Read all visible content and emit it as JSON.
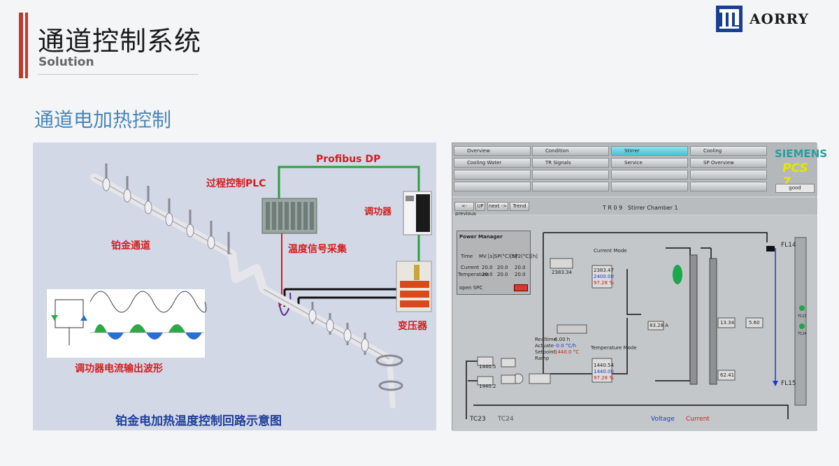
{
  "header": {
    "title": "通道控制系统",
    "subtitle": "Solution",
    "brand_name": "AORRY"
  },
  "section": {
    "heading": "通道电加热控制"
  },
  "diagram": {
    "profibus_label": "Profibus DP",
    "plc_label": "过程控制PLC",
    "power_controller_label": "调功器",
    "channel_label": "铂金通道",
    "temp_signal_label": "温度信号采集",
    "transformer_label": "变压器",
    "waveform_label": "调功器电流输出波形",
    "caption": "铂金电加热温度控制回路示意图"
  },
  "hmi": {
    "nav_row1": [
      "Overview",
      "Condition",
      "Stirrer",
      "Cooling"
    ],
    "nav_row2": [
      "Cooling Water",
      "TR Signals",
      "Service",
      "SP Overview"
    ],
    "active_nav": "Stirrer",
    "brand": "SIEMENS",
    "product": "PCS 7",
    "mode_value": "good",
    "toolbar": [
      "<- previous",
      "UP",
      "next ->",
      "Trend"
    ],
    "screen_title": "T R 0 9   Stirrer Chamber 1",
    "power_manager": {
      "title": "Power Manager",
      "columns": [
        "Time",
        "MV [s]",
        "SP(°C)[h]",
        "SP2(°C)[h]"
      ],
      "rows": [
        {
          "label": "Current",
          "values": [
            "20.0",
            "20.0",
            "20.0"
          ]
        },
        {
          "label": "Temperature",
          "values": [
            "20.0",
            "20.0",
            "20.0"
          ]
        }
      ],
      "open_label": "open SPC"
    },
    "current_mode_label": "Current Mode",
    "temperature_mode_label": "Temperature Mode",
    "realtime_labels": [
      "Realtime",
      "Actuate",
      "Setpoint",
      "Ramp"
    ],
    "realtime_values": [
      "0.00 h",
      "-0.0 °C/h",
      "1440.0 °C",
      ""
    ],
    "values": {
      "v1": "2383.34",
      "v2": "2383.47",
      "v3": "2400.00",
      "v4": "97.28 %",
      "v5": "1440.54",
      "v6": "1440.00",
      "v7": "97.28 %",
      "v8": "83.28 A",
      "v9": "13.34",
      "v10": "5.60",
      "v11": "62.41",
      "v12": "1440.5",
      "v13": "1440.2"
    },
    "fl_top": "FL14",
    "fl_bottom": "FL15",
    "tc_labels": [
      "TC23",
      "TC24"
    ],
    "bottom_tc": [
      "TC23",
      "TC24"
    ],
    "legend_voltage": "Voltage",
    "legend_current": "Current"
  },
  "colors": {
    "accent": "#c0392b",
    "heading_blue": "#4a86b8",
    "label_red": "#d31e1e",
    "caption_blue": "#1f3f99",
    "profibus_green": "#2e9e3e"
  }
}
